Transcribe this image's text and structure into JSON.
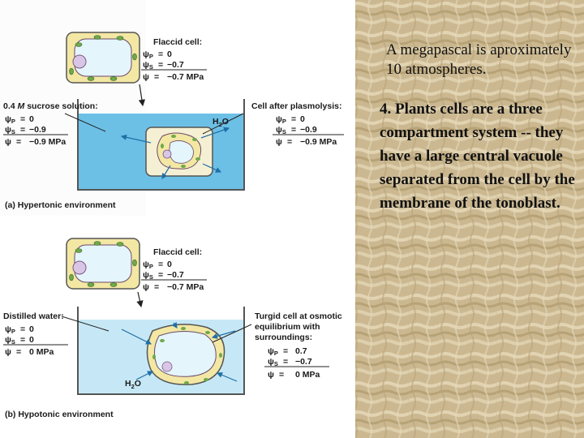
{
  "top_panel": {
    "flaccid_label": "Flaccid cell:",
    "flaccid_psi_p": "0",
    "flaccid_psi_s": "−0.7",
    "flaccid_psi": "−0.7 MPa",
    "solution_conc": "0.4",
    "solution_M": "M",
    "solution_label": "sucrose solution:",
    "solution_psi_p": "0",
    "solution_psi_s": "−0.9",
    "solution_psi": "−0.9 MPa",
    "water_label": "H",
    "water_sub": "2",
    "water_o": "O",
    "plasmolysis_label": "Cell after plasmolysis:",
    "plasmolysis_psi_p": "0",
    "plasmolysis_psi_s": "−0.9",
    "plasmolysis_psi": "−0.9 MPa",
    "caption": "(a) Hypertonic environment"
  },
  "bottom_panel": {
    "flaccid_label": "Flaccid cell:",
    "flaccid_psi_p": "0",
    "flaccid_psi_s": "−0.7",
    "flaccid_psi": "−0.7 MPa",
    "water_label": "Distilled water:",
    "water_psi_p": "0",
    "water_psi_s": "0",
    "water_psi": "0 MPa",
    "turgid_label_1": "Turgid cell at osmotic",
    "turgid_label_2": "equilibrium with",
    "turgid_label_3": "surroundings:",
    "turgid_psi_p": "0.7",
    "turgid_psi_s": "−0.7",
    "turgid_psi": "0 MPa",
    "water_h2o": "H",
    "water_sub": "2",
    "water_o": "O",
    "caption": "(b) Hypotonic environment"
  },
  "symbols": {
    "psi": "ψ",
    "p": "P",
    "s": "S",
    "eq": "="
  },
  "notes": {
    "megapascal": "A megapascal is aproximately 10 atmospheres.",
    "point4": "4. Plants cells are a three compartment system -- they have a large central vacuole separated from the cell by the membrane of the tonoblast."
  }
}
